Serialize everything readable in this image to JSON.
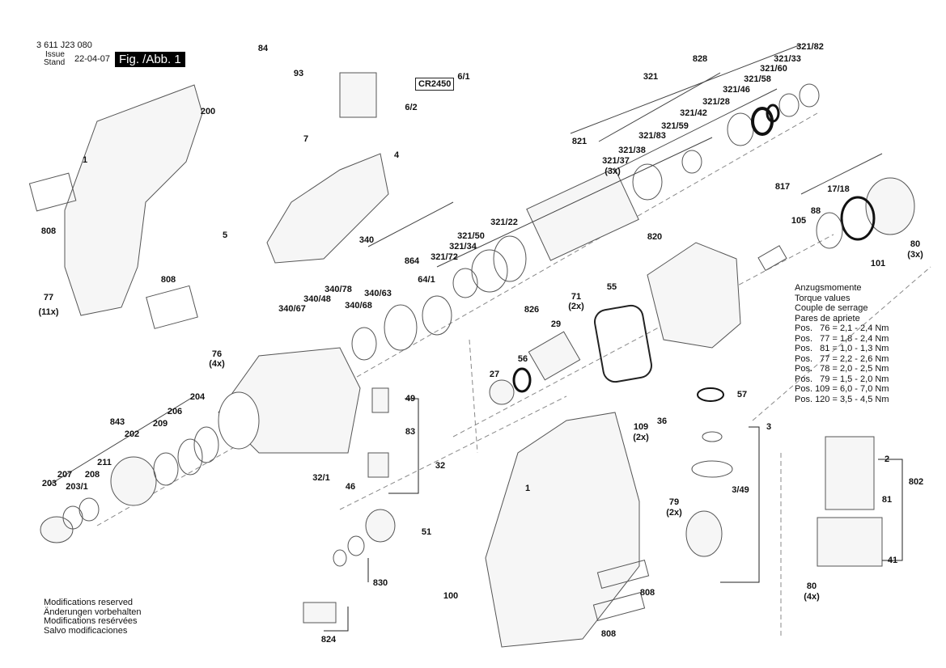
{
  "header": {
    "doc_number": "3 611 J23 080",
    "issue_label": "Issue",
    "stand_label": "Stand",
    "date": "22-04-07",
    "figure": "Fig. /Abb. 1"
  },
  "battery_label": "CR2450",
  "torque": {
    "titles": [
      "Anzugsmomente",
      "Torque values",
      "Couple de serrage",
      "Pares de apriete"
    ],
    "rows": [
      "Pos.   76 = 2,1 - 2,4 Nm",
      "Pos.   77 = 1,8 - 2,4 Nm",
      "Pos.   81 = 1,0 - 1,3 Nm",
      "Pos.   77 = 2,2 - 2,6 Nm",
      "Pos.   78 = 2,0 - 2,5 Nm",
      "Pos.   79 = 1,5 - 2,0 Nm",
      "Pos. 109 = 6,0 - 7,0 Nm",
      "Pos. 120 = 3,5 - 4,5 Nm"
    ]
  },
  "footer": [
    "Modifications reserved",
    "Änderungen vorbehalten",
    "Modifications resérvées",
    "Salvo modificaciones"
  ],
  "labels": [
    "84",
    "93",
    "200",
    "7",
    "4",
    "1",
    "5",
    "808",
    "77",
    "(11x)",
    "808",
    "6/1",
    "6/2",
    "321",
    "828",
    "321/82",
    "321/33",
    "321/60",
    "321/58",
    "321/46",
    "321/28",
    "321/42",
    "321/59",
    "321/83",
    "821",
    "321/38",
    "321/37",
    "(3x)",
    "817",
    "17/18",
    "105",
    "88",
    "80",
    "(3x)",
    "101",
    "321/22",
    "321/50",
    "321/34",
    "321/72",
    "340",
    "864",
    "64/1",
    "340/78",
    "340/48",
    "340/67",
    "340/68",
    "340/63",
    "820",
    "55",
    "826",
    "71",
    "(2x)",
    "29",
    "56",
    "27",
    "57",
    "36",
    "109",
    "(2x)",
    "3",
    "3/49",
    "79",
    "(2x)",
    "76",
    "(4x)",
    "49",
    "83",
    "32",
    "32/1",
    "46",
    "204",
    "206",
    "843",
    "209",
    "202",
    "211",
    "207",
    "208",
    "203",
    "203/1",
    "1",
    "51",
    "830",
    "100",
    "808",
    "808",
    "824",
    "2",
    "802",
    "81",
    "41",
    "80",
    "(4x)"
  ]
}
